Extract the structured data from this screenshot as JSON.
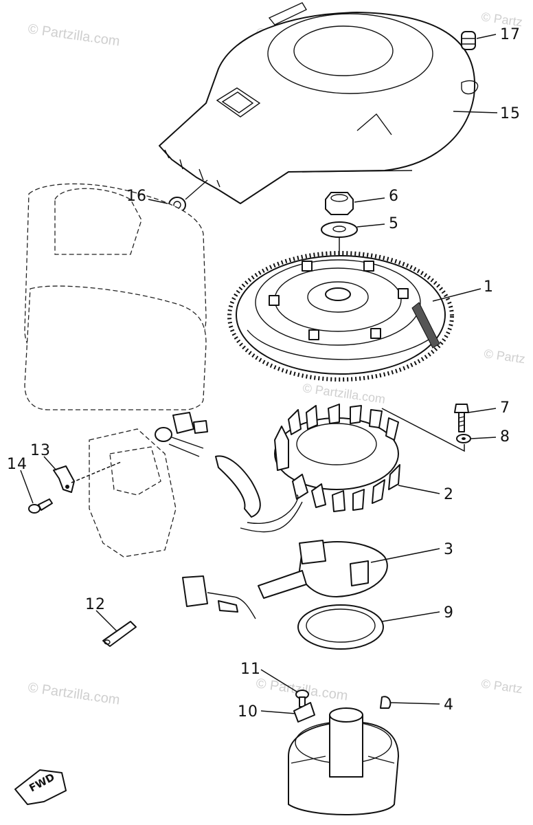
{
  "watermark": {
    "text": "© Partzilla.com",
    "short": "© Partzilla.com",
    "edge": "© Partz"
  },
  "callouts": [
    {
      "id": "1",
      "label": "1"
    },
    {
      "id": "2",
      "label": "2"
    },
    {
      "id": "3",
      "label": "3"
    },
    {
      "id": "4",
      "label": "4"
    },
    {
      "id": "5",
      "label": "5"
    },
    {
      "id": "6",
      "label": "6"
    },
    {
      "id": "7",
      "label": "7"
    },
    {
      "id": "8",
      "label": "8"
    },
    {
      "id": "9",
      "label": "9"
    },
    {
      "id": "10",
      "label": "10"
    },
    {
      "id": "11",
      "label": "11"
    },
    {
      "id": "12",
      "label": "12"
    },
    {
      "id": "13",
      "label": "13"
    },
    {
      "id": "14",
      "label": "14"
    },
    {
      "id": "15",
      "label": "15"
    },
    {
      "id": "16",
      "label": "16"
    },
    {
      "id": "17",
      "label": "17"
    }
  ],
  "fwd_label": "FWD"
}
